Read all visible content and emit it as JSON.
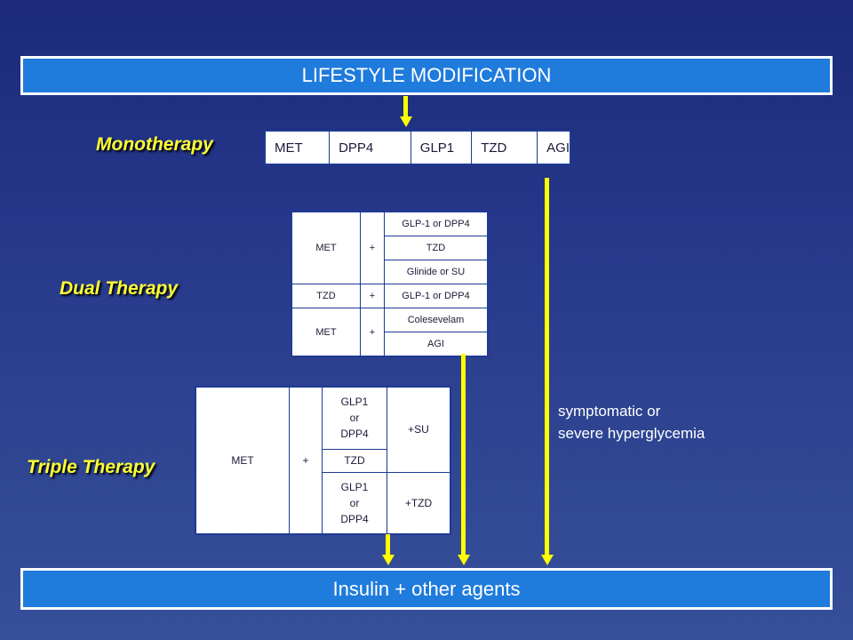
{
  "top_bar": {
    "label": "LIFESTYLE MODIFICATION"
  },
  "bottom_bar": {
    "label": "Insulin + other agents"
  },
  "headings": {
    "monotherapy": "Monotherapy",
    "dual": "Dual Therapy",
    "triple": "Triple Therapy"
  },
  "monotherapy": {
    "cells": [
      "MET",
      "DPP4",
      "GLP1",
      "TZD",
      "AGI"
    ]
  },
  "dual": {
    "row1_left": "MET",
    "row1_plus": "+",
    "row1_opts": [
      "GLP-1 or DPP4",
      "TZD",
      "Glinide or SU"
    ],
    "row2_left": "TZD",
    "row2_plus": "+",
    "row2_opt": "GLP-1 or DPP4",
    "row3_left": "MET",
    "row3_plus": "+",
    "row3_opts": [
      "Colesevelam",
      "AGI"
    ]
  },
  "triple": {
    "left": "MET",
    "plus": "+",
    "mid": [
      "GLP1\nor\nDPP4",
      "TZD",
      "GLP1\nor\nDPP4"
    ],
    "right": [
      "+SU",
      "+TZD"
    ]
  },
  "note": {
    "line1": "symptomatic or",
    "line2": "severe hyperglycemia"
  },
  "colors": {
    "accent_yellow": "#ffff00",
    "bar_blue": "#1f7bdc",
    "heading_yellow": "#ffff33"
  }
}
